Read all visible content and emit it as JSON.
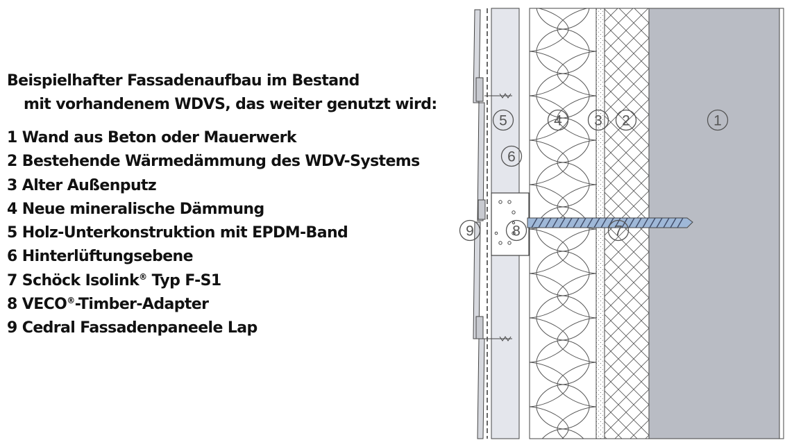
{
  "title": {
    "line1": "Beispielhafter Fassadenaufbau im Bestand",
    "line2": "mit vorhandenem WDVS, das weiter genutzt wird:"
  },
  "legend": [
    {
      "n": "1",
      "text": "Wand aus Beton oder Mauerwerk"
    },
    {
      "n": "2",
      "text": "Bestehende Wärmedämmung des WDV-Systems"
    },
    {
      "n": "3",
      "text": "Alter Außenputz"
    },
    {
      "n": "4",
      "text": "Neue mineralische Dämmung"
    },
    {
      "n": "5",
      "text": "Holz-Unterkonstruktion mit EPDM-Band"
    },
    {
      "n": "6",
      "text": "Hinterlüftungsebene"
    },
    {
      "n": "7",
      "text": "Schöck Isolink",
      "mark": "®",
      "rest": " Typ F-S1"
    },
    {
      "n": "8",
      "text": "VECO",
      "mark": "®",
      "rest": "-Timber-Adapter"
    },
    {
      "n": "9",
      "text": "Cedral Fassadenpaneele Lap"
    }
  ],
  "callouts": [
    "1",
    "2",
    "3",
    "4",
    "5",
    "6",
    "7",
    "8",
    "9"
  ],
  "colors": {
    "concrete": "#b9bcc4",
    "timber": "#e4e6ec",
    "anchor": "#9fb8d8",
    "outline": "#444444"
  }
}
